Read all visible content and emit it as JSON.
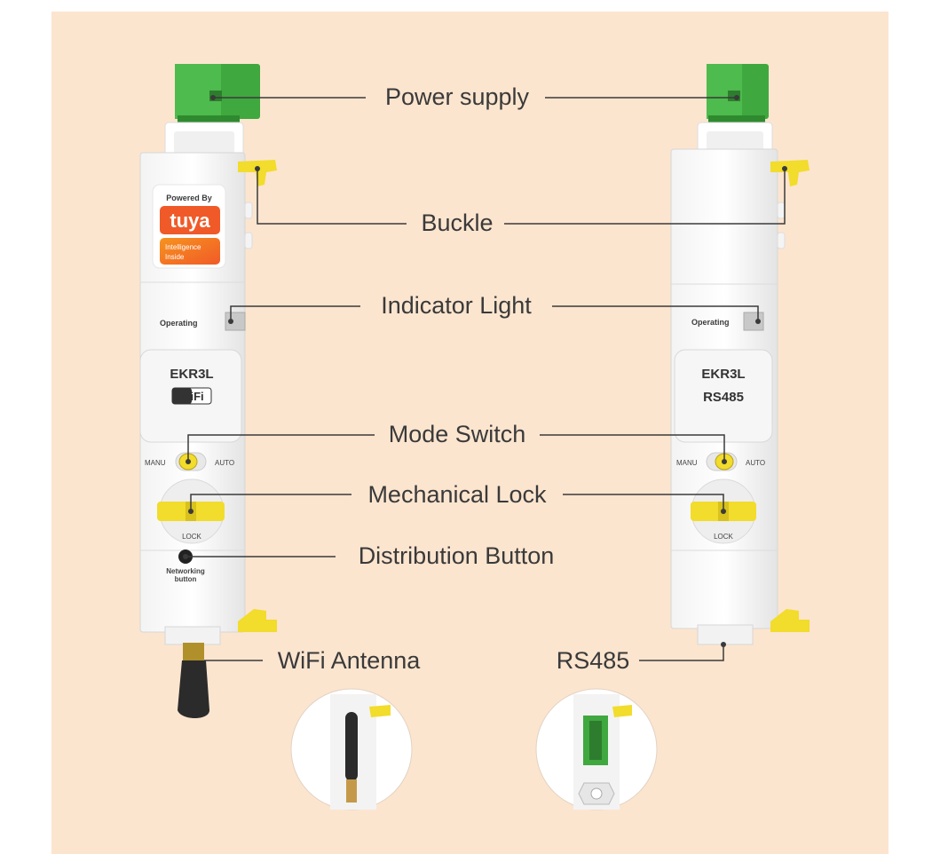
{
  "labels": {
    "power_supply": "Power supply",
    "buckle": "Buckle",
    "indicator_light": "Indicator Light",
    "mode_switch": "Mode Switch",
    "mechanical_lock": "Mechanical Lock",
    "distribution_button": "Distribution Button",
    "wifi_antenna": "WiFi Antenna",
    "rs485": "RS485"
  },
  "left_device": {
    "badge_powered_by": "Powered By",
    "badge_brand": "tuya",
    "badge_tagline_1": "Intelligence",
    "badge_tagline_2": "Inside",
    "operating": "Operating",
    "model": "EKR3L",
    "model_sub": "WiFi",
    "manu": "MANU",
    "auto": "AUTO",
    "lock": "LOCK",
    "networking_1": "Networking",
    "networking_2": "button"
  },
  "right_device": {
    "operating": "Operating",
    "model": "EKR3L",
    "model_sub": "RS485",
    "manu": "MANU",
    "auto": "AUTO",
    "lock": "LOCK"
  },
  "colors": {
    "background": "#fce5cf",
    "terminal_green": "#3fa83f",
    "accent_yellow": "#f2dc2c",
    "tuya_orange": "#f05a28",
    "line": "#3a3a3a"
  }
}
